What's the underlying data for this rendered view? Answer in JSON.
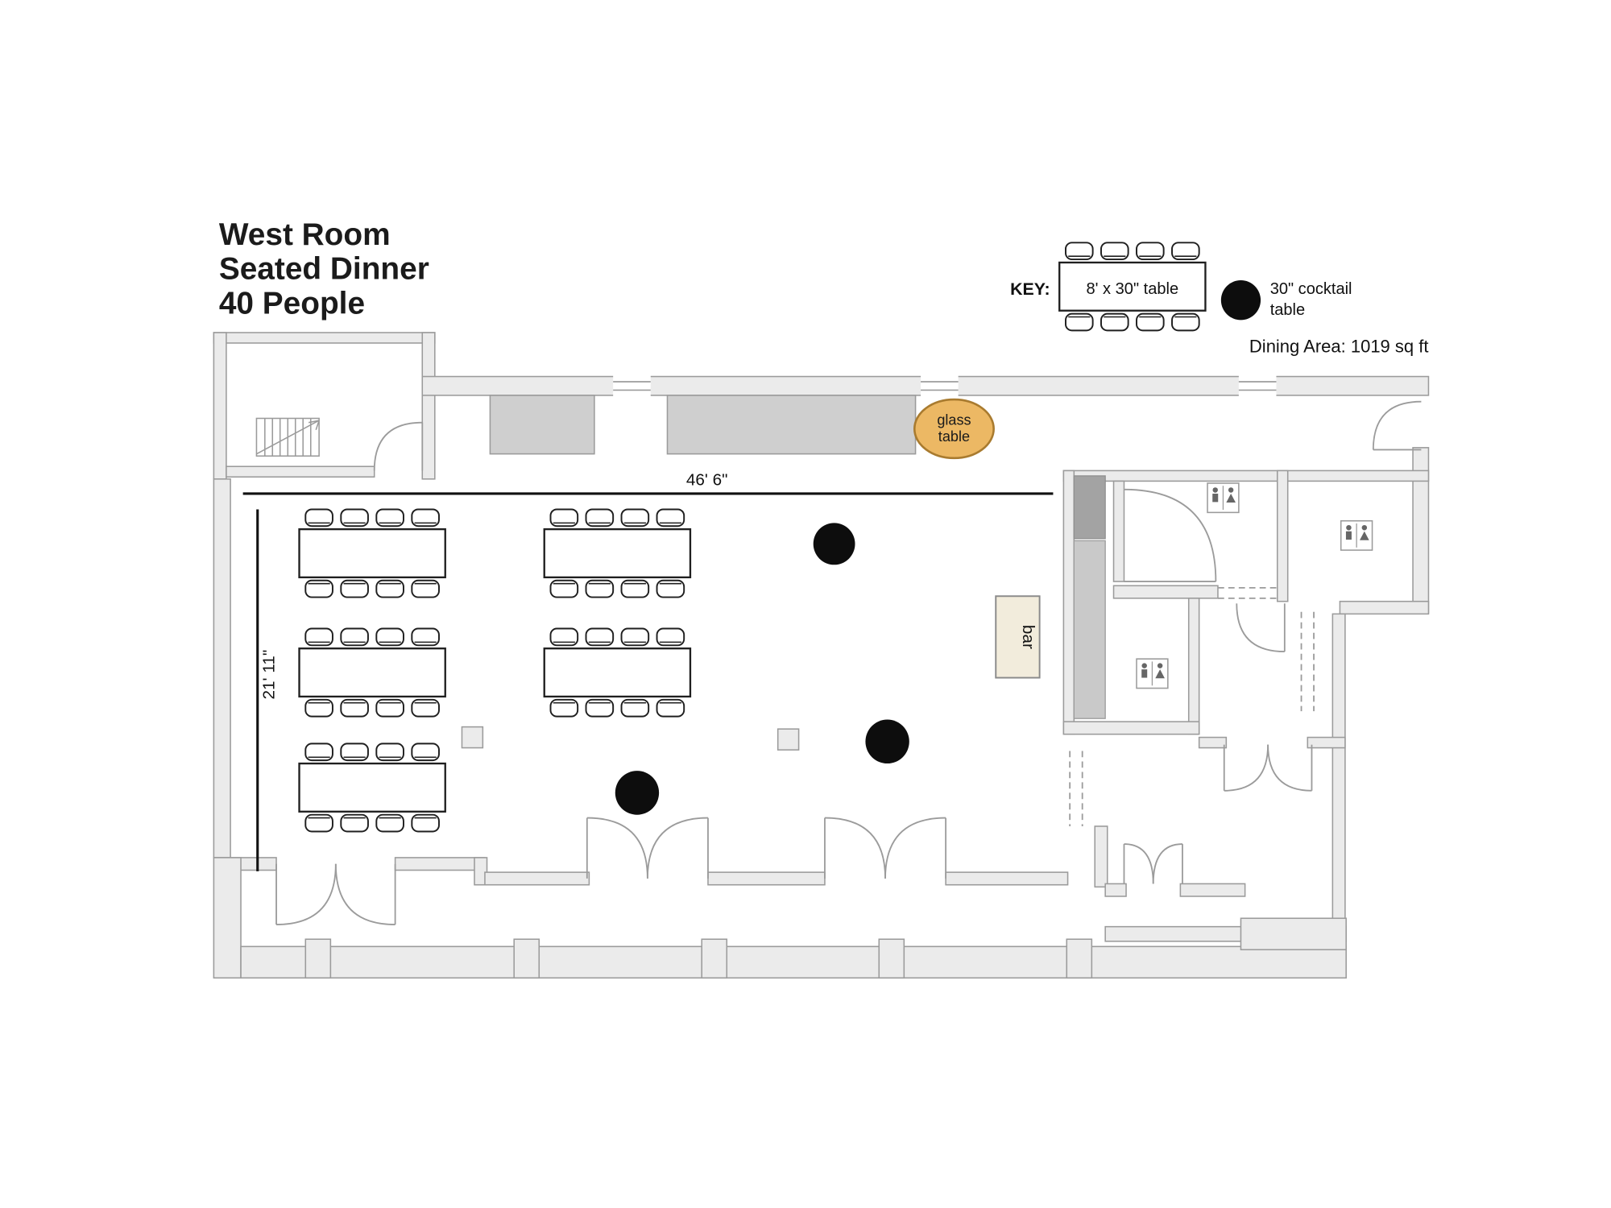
{
  "title": {
    "lines": [
      "West Room",
      "Seated Dinner",
      "40 People"
    ]
  },
  "legend": {
    "key_label": "KEY:",
    "table_label": "8' x 30\" table",
    "cocktail_line1": "30\" cocktail",
    "cocktail_line2": "table",
    "dining_area": "Dining Area: 1019 sq ft"
  },
  "plan": {
    "width_dim": "46' 6\"",
    "height_dim": "21' 11\"",
    "bar_label": "bar",
    "glass_line1": "glass",
    "glass_line2": "table"
  },
  "inventory": {
    "dinner_tables": 5,
    "chairs_per_table": 8,
    "total_seats": 40,
    "cocktail_tables": 3,
    "bars": 1,
    "glass_tables": 1
  },
  "colors": {
    "glass_table_fill": "#ecb864",
    "glass_table_stroke": "#a97b2f",
    "bar_fill": "#f2ecdc",
    "cocktail_fill": "#0d0d0d",
    "wall_fill": "#ebebeb",
    "wall_stroke": "#9b9b9b"
  }
}
